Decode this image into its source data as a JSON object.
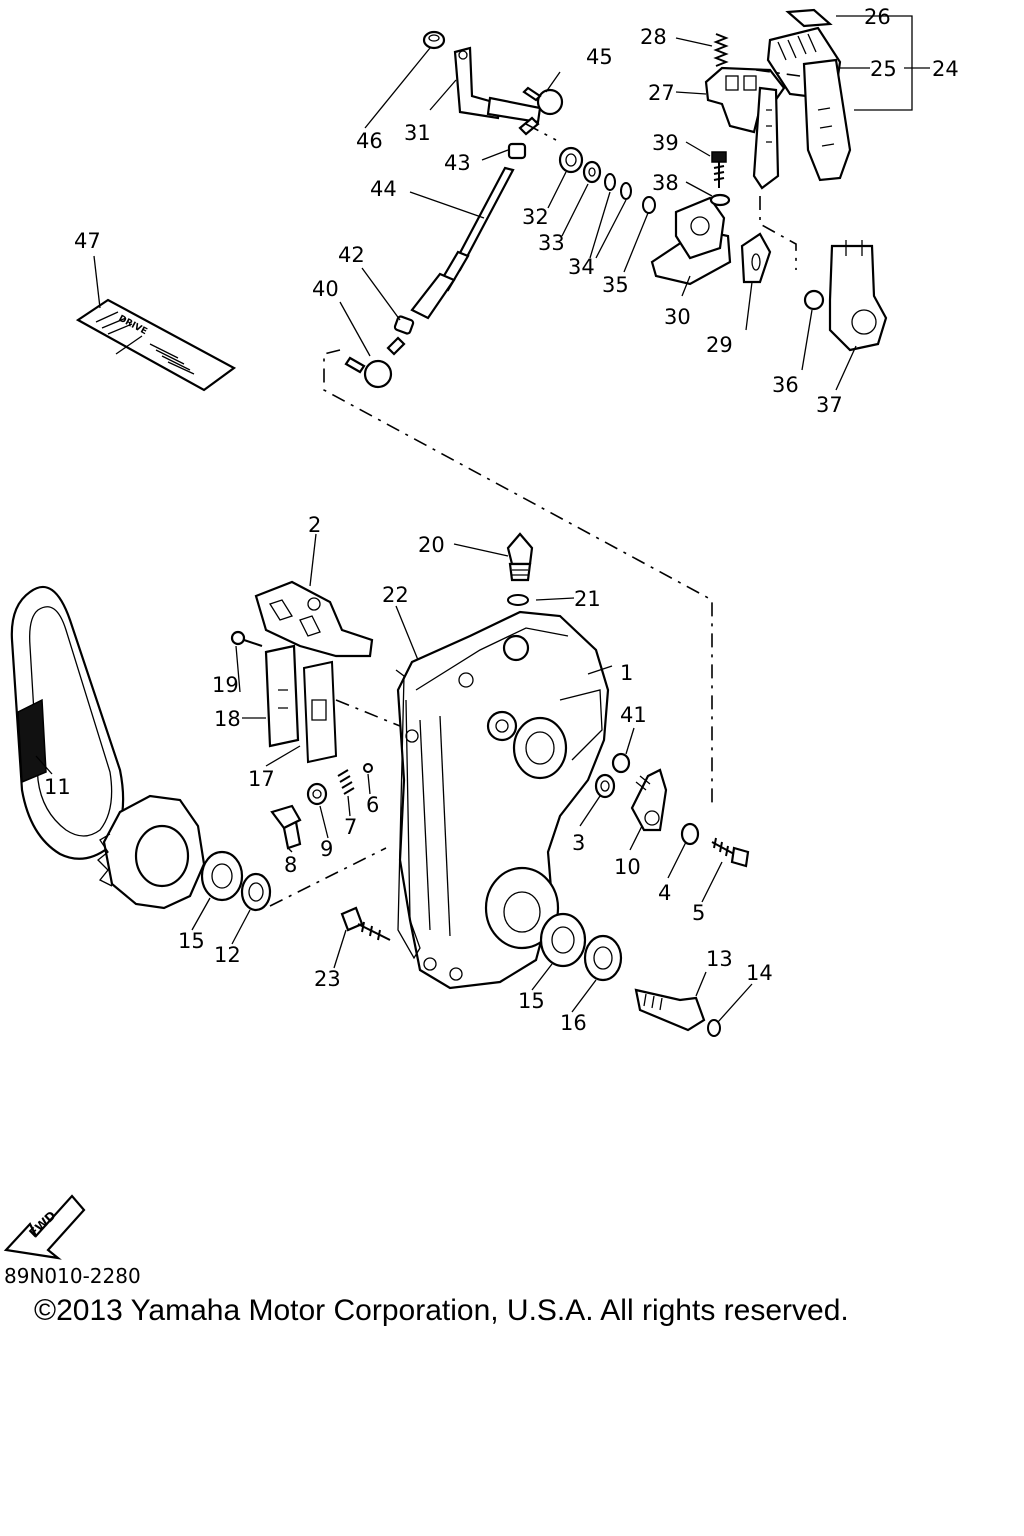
{
  "diagram_code": "89N010-2280",
  "copyright": "©2013 Yamaha Motor Corporation, U.S.A. All rights reserved.",
  "fwd_label": "FWD",
  "decal_text": "DRIVE",
  "labels": {
    "l1": "1",
    "l2": "2",
    "l3": "3",
    "l4": "4",
    "l5": "5",
    "l6": "6",
    "l7": "7",
    "l8": "8",
    "l9": "9",
    "l10": "10",
    "l11": "11",
    "l12": "12",
    "l13": "13",
    "l14": "14",
    "l15a": "15",
    "l15b": "15",
    "l16": "16",
    "l17": "17",
    "l18": "18",
    "l19": "19",
    "l20": "20",
    "l21": "21",
    "l22": "22",
    "l23": "23",
    "l24": "24",
    "l25": "25",
    "l26": "26",
    "l27": "27",
    "l28": "28",
    "l29": "29",
    "l30": "30",
    "l31": "31",
    "l32": "32",
    "l33": "33",
    "l34": "34",
    "l35": "35",
    "l36": "36",
    "l37": "37",
    "l38": "38",
    "l39": "39",
    "l40": "40",
    "l41": "41",
    "l42": "42",
    "l43": "43",
    "l44": "44",
    "l45": "45",
    "l46": "46",
    "l47": "47"
  }
}
